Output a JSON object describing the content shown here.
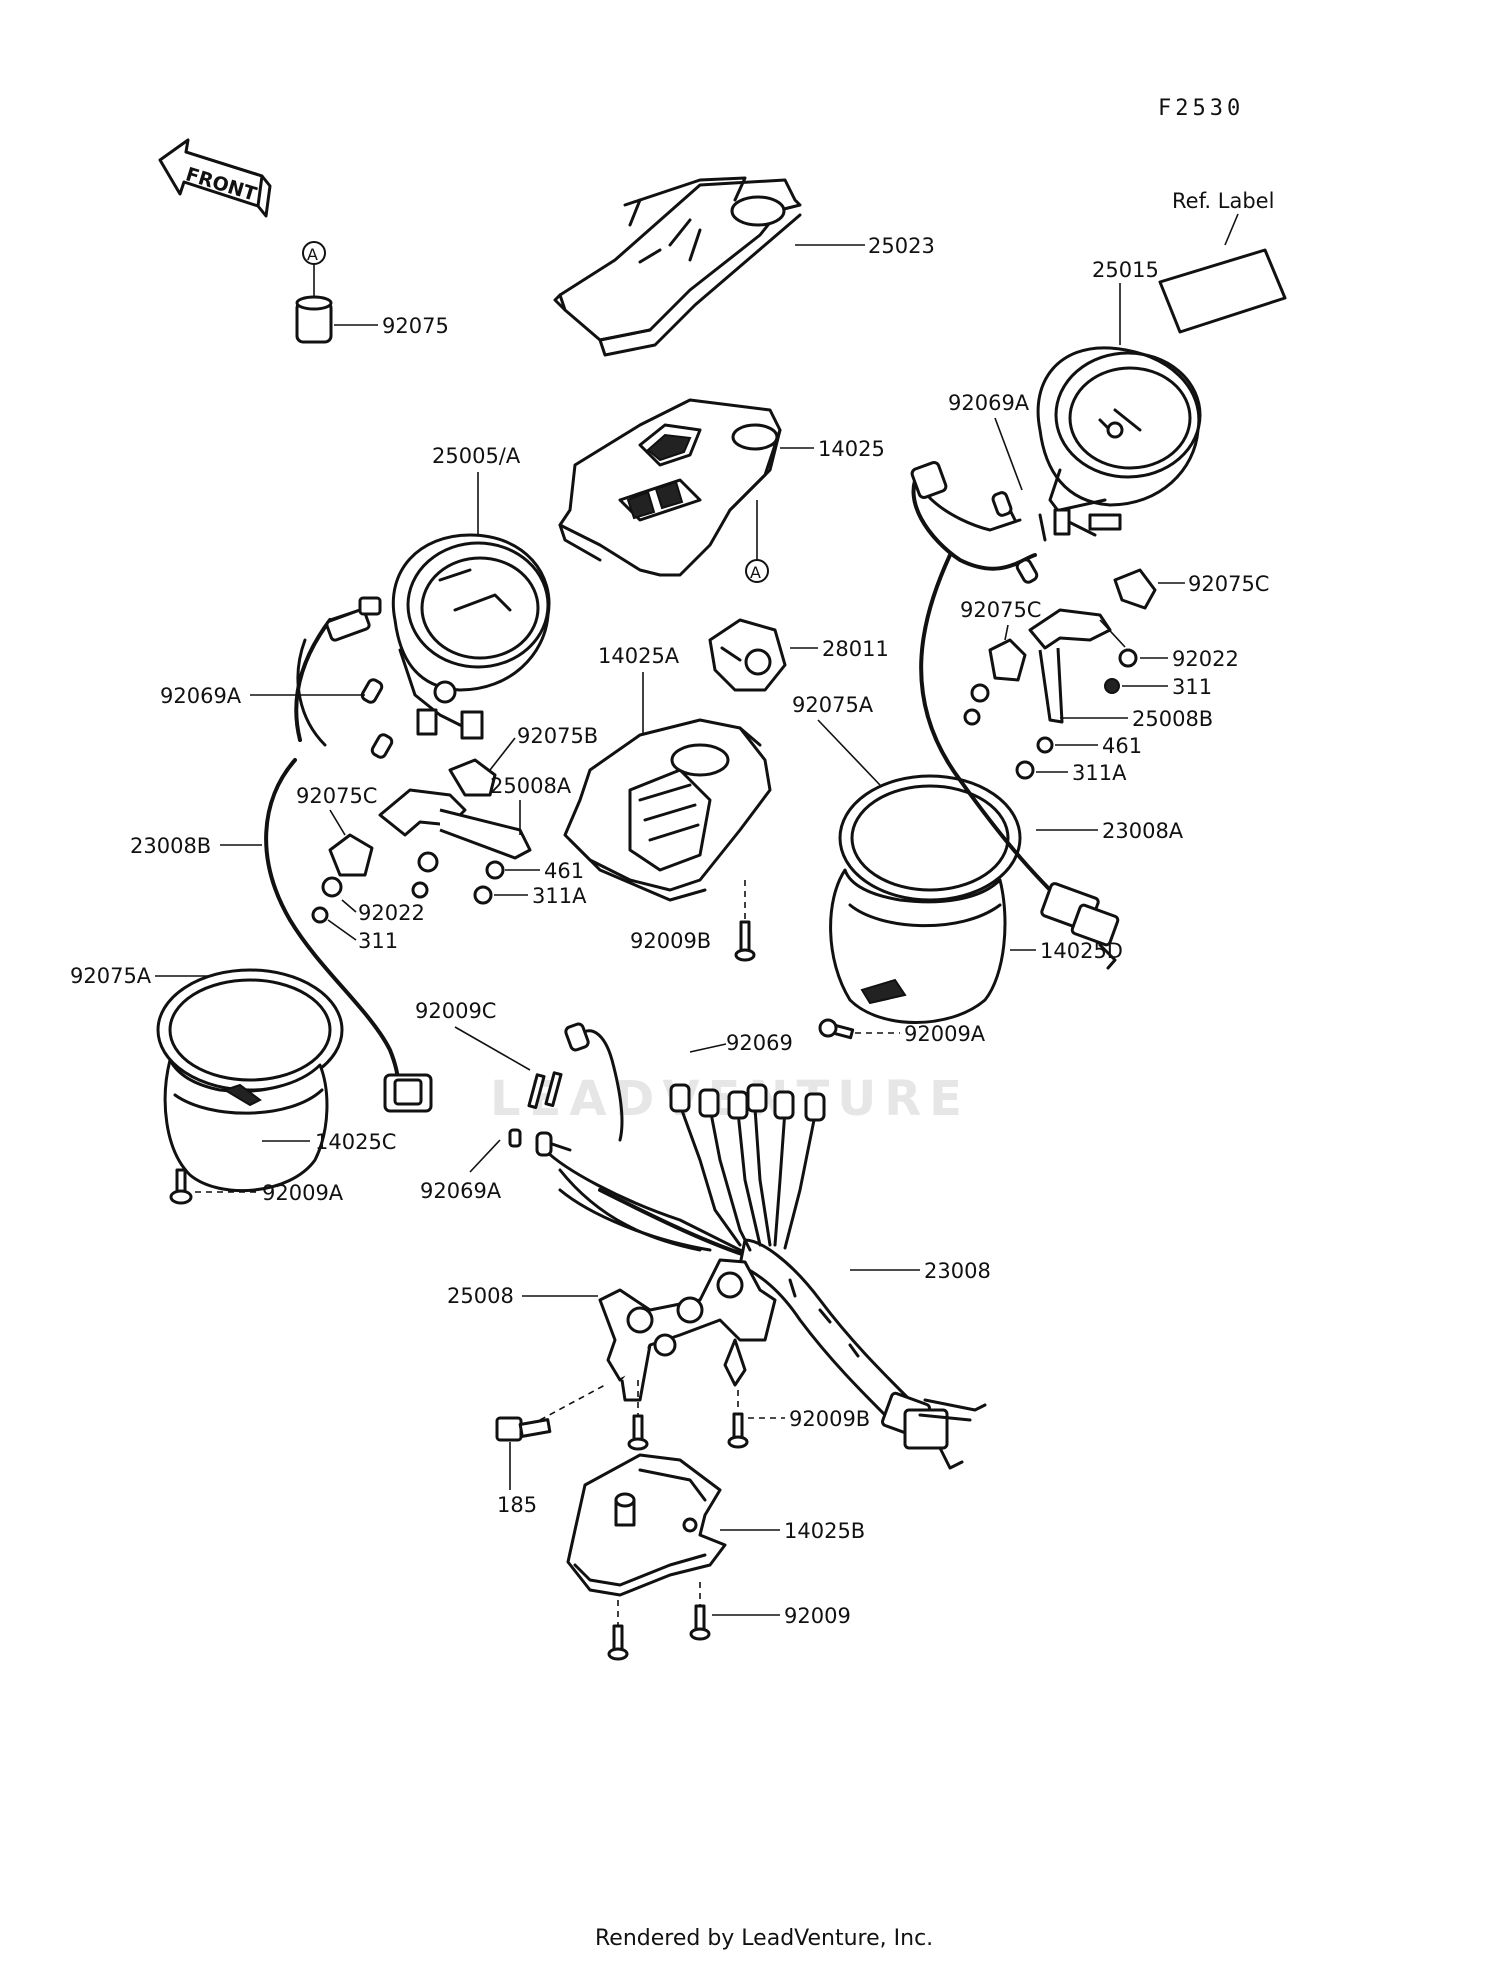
{
  "figure_code": "F2530",
  "front_label": "FRONT",
  "ref_label": "Ref. Label",
  "circle_marker": "A",
  "watermark": "LEADVENTURE",
  "footer": "Rendered by LeadVenture, Inc.",
  "labels": {
    "p25023": "25023",
    "p92075": "92075",
    "p25015": "25015",
    "p92069A_r": "92069A",
    "p14025": "14025",
    "p25005A": "25005/A",
    "p92075C_r1": "92075C",
    "p92075C_r2": "92075C",
    "p92022_r": "92022",
    "p311_r": "311",
    "p25008B": "25008B",
    "p461_r": "461",
    "p311A_r": "311A",
    "p28011": "28011",
    "p14025A": "14025A",
    "p92075A_c": "92075A",
    "p23008A": "23008A",
    "p92069A_l": "92069A",
    "p92075B": "92075B",
    "p25008A": "25008A",
    "p92075C_l": "92075C",
    "p23008B": "23008B",
    "p461_l": "461",
    "p311A_l": "311A",
    "p92022_l": "92022",
    "p311_l": "311",
    "p92009B_c": "92009B",
    "p14025D": "14025D",
    "p92075A_l": "92075A",
    "p92009A_r": "92009A",
    "p92009C": "92009C",
    "p92069": "92069",
    "p14025C": "14025C",
    "p92009A_l": "92009A",
    "p92069A_b": "92069A",
    "p23008": "23008",
    "p25008": "25008",
    "p92009B_b": "92009B",
    "p185": "185",
    "p14025B": "14025B",
    "p92009": "92009"
  }
}
